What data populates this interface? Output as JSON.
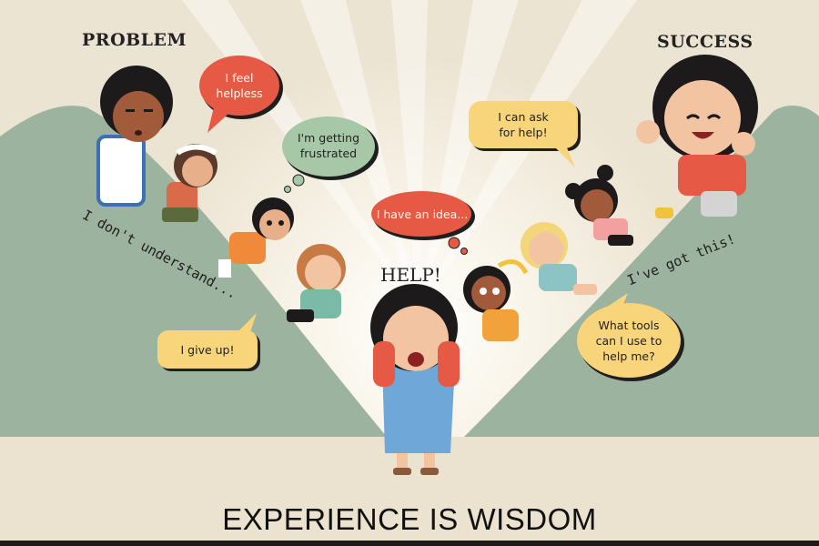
{
  "labels": {
    "problem": "PROBLEM",
    "success": "SUCCESS",
    "help": "HELP!"
  },
  "bubbles": {
    "feel_helpless": "I feel\nhelpless",
    "getting_frustrated": "I'm getting\nfrustrated",
    "have_idea": "I have an idea...",
    "can_ask": "I can ask\nfor help!",
    "give_up": "I give up!",
    "what_tools": "What tools\ncan I use to\nhelp me?"
  },
  "slopes": {
    "left": "I don't understand...",
    "right": "I've got this!"
  },
  "title": "EXPERIENCE IS WISDOM",
  "colors": {
    "background": "#ece4d2",
    "hills": "#9cb39f",
    "bubble_red": "#e65a45",
    "bubble_yellow": "#f8d47a",
    "bubble_green": "#a7c8a6"
  }
}
